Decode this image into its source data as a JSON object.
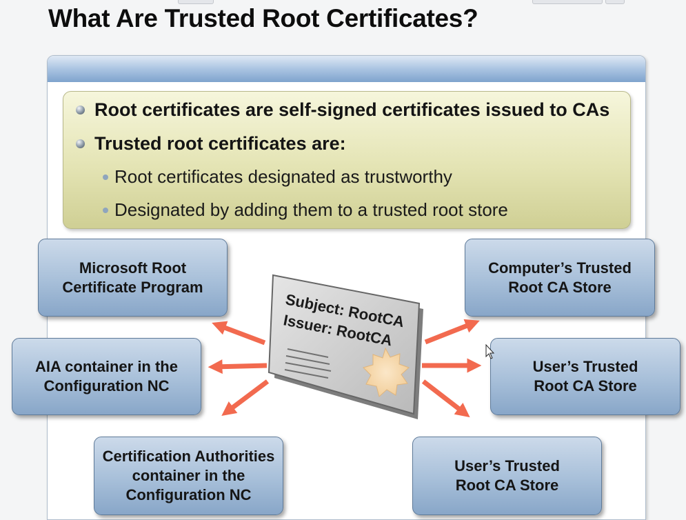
{
  "slide": {
    "title": "What Are Trusted Root Certificates?"
  },
  "callout": {
    "bullets": [
      {
        "level": 1,
        "text": "Root certificates are self-signed certificates issued to CAs"
      },
      {
        "level": 1,
        "text": "Trusted root certificates are:"
      },
      {
        "level": 2,
        "text": "Root certificates designated as trustworthy"
      },
      {
        "level": 2,
        "text": "Designated by adding them to a trusted root store"
      }
    ]
  },
  "certificate": {
    "subject": "Subject: RootCA",
    "issuer": "Issuer: RootCA"
  },
  "stores": {
    "left_top": "Microsoft Root\nCertificate Program",
    "left_middle": "AIA container in the\nConfiguration NC",
    "left_bottom": "Certification Authorities\ncontainer in the\nConfiguration NC",
    "right_top": "Computer’s Trusted\nRoot CA Store",
    "right_middle": "User’s Trusted\nRoot CA Store",
    "right_bottom": "User’s Trusted\nRoot CA Store"
  },
  "colors": {
    "arrow": "#f26a4f",
    "box_fill": "#a7bfd9",
    "callout_fill": "#e4e4b4",
    "header_bar": "#7fa3cd"
  }
}
